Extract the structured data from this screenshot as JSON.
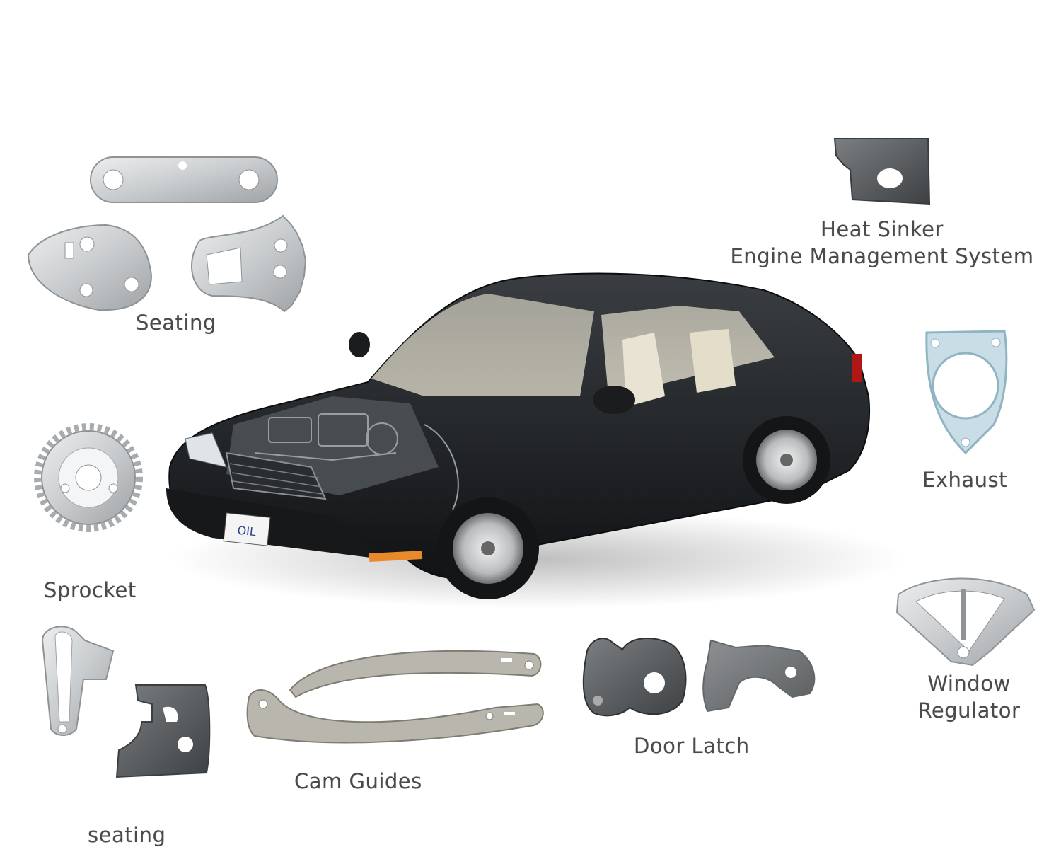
{
  "labels": {
    "seating_top": "Seating",
    "heat_sinker_line1": "Heat Sinker",
    "heat_sinker_line2": "Engine Management System",
    "exhaust": "Exhaust",
    "sprocket": "Sprocket",
    "window_line1": "Window",
    "window_line2": "Regulator",
    "door_latch": "Door Latch",
    "cam_guides": "Cam Guides",
    "seating_bottom": "seating"
  },
  "license_plate": "OIL",
  "colors": {
    "car_body": "#1e2124",
    "steel_light": "#cfd2d4",
    "steel_dark": "#5a5d5f",
    "label_text": "#4a4a4a"
  }
}
